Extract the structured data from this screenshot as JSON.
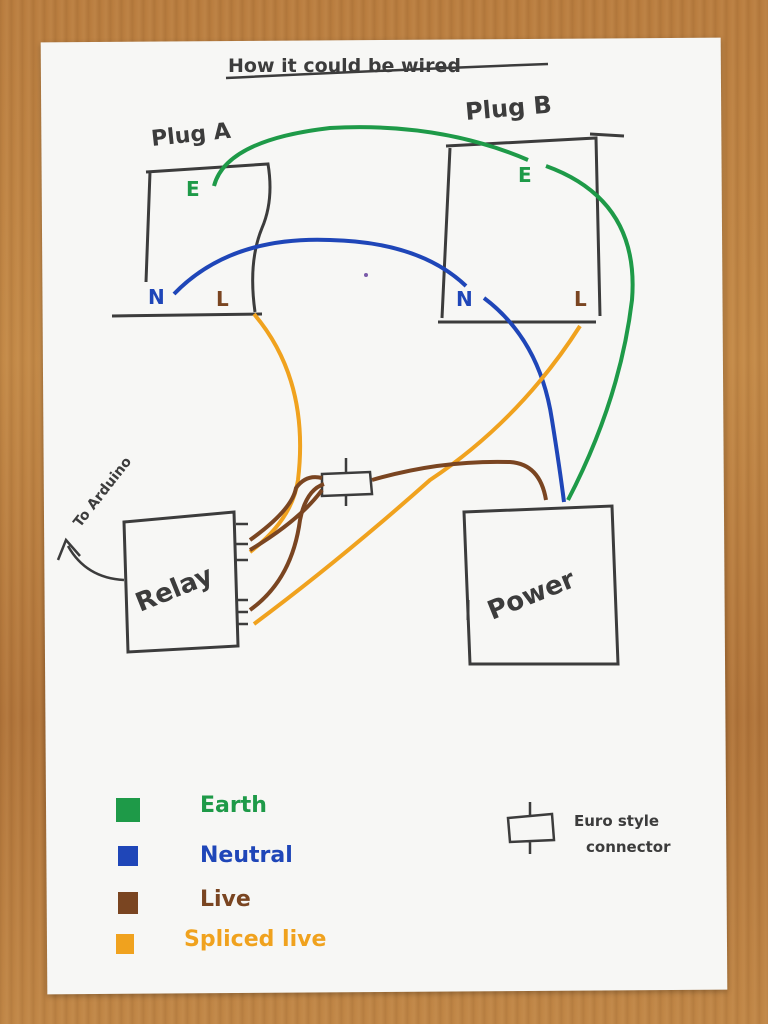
{
  "title": "How it could be wired",
  "components": {
    "plug_a": {
      "label": "Plug A",
      "terminals": {
        "earth": "E",
        "neutral": "N",
        "live": "L"
      }
    },
    "plug_b": {
      "label": "Plug B",
      "terminals": {
        "earth": "E",
        "neutral": "N",
        "live": "L"
      }
    },
    "relay": {
      "label": "Relay",
      "note": "To Arduino"
    },
    "power": {
      "label": "Power"
    }
  },
  "legend": {
    "items": [
      {
        "label": "Earth",
        "color": "#1e9a48"
      },
      {
        "label": "Neutral",
        "color": "#1f46b8"
      },
      {
        "label": "Live",
        "color": "#7a4521"
      },
      {
        "label": "Spliced live",
        "color": "#f0a21e"
      }
    ],
    "connector": {
      "label_line1": "Euro style",
      "label_line2": "connector"
    }
  },
  "colors": {
    "ink": "#3c3c3c",
    "earth": "#1e9a48",
    "neutral": "#1f46b8",
    "live": "#7a4521",
    "spliced_live": "#f0a21e"
  }
}
